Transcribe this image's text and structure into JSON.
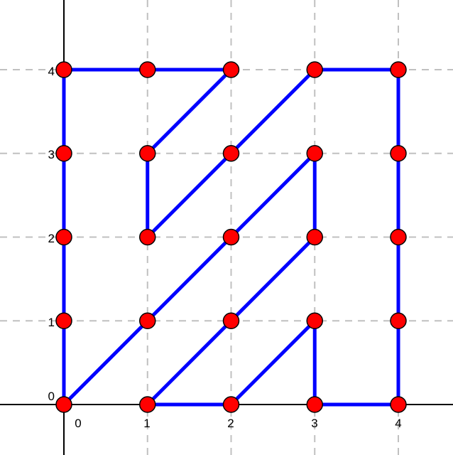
{
  "diagram": {
    "colors": {
      "path": "#0000ff",
      "point_fill": "#ff0000",
      "point_stroke": "#000000",
      "grid": "#c0c0c0",
      "axis": "#000000"
    },
    "x_ticks": [
      "0",
      "1",
      "2",
      "3",
      "4"
    ],
    "y_ticks": [
      "0",
      "1",
      "2",
      "3",
      "4"
    ],
    "path_vertices": [
      [
        0,
        0
      ],
      [
        0,
        1
      ],
      [
        0,
        2
      ],
      [
        0,
        3
      ],
      [
        0,
        4
      ],
      [
        1,
        4
      ],
      [
        2,
        4
      ],
      [
        1,
        3
      ],
      [
        1,
        2
      ],
      [
        2,
        3
      ],
      [
        3,
        4
      ],
      [
        4,
        4
      ],
      [
        4,
        3
      ],
      [
        4,
        2
      ],
      [
        4,
        1
      ],
      [
        4,
        0
      ],
      [
        3,
        0
      ],
      [
        3,
        1
      ],
      [
        2,
        0
      ],
      [
        1,
        0
      ],
      [
        2,
        1
      ],
      [
        3,
        2
      ],
      [
        3,
        3
      ],
      [
        2,
        2
      ],
      [
        1,
        1
      ],
      [
        0,
        0
      ]
    ],
    "points": [
      [
        0,
        0
      ],
      [
        1,
        0
      ],
      [
        2,
        0
      ],
      [
        3,
        0
      ],
      [
        4,
        0
      ],
      [
        0,
        1
      ],
      [
        1,
        1
      ],
      [
        2,
        1
      ],
      [
        3,
        1
      ],
      [
        4,
        1
      ],
      [
        0,
        2
      ],
      [
        1,
        2
      ],
      [
        2,
        2
      ],
      [
        3,
        2
      ],
      [
        4,
        2
      ],
      [
        0,
        3
      ],
      [
        1,
        3
      ],
      [
        2,
        3
      ],
      [
        3,
        3
      ],
      [
        4,
        3
      ],
      [
        0,
        4
      ],
      [
        1,
        4
      ],
      [
        2,
        4
      ],
      [
        3,
        4
      ],
      [
        4,
        4
      ]
    ]
  }
}
